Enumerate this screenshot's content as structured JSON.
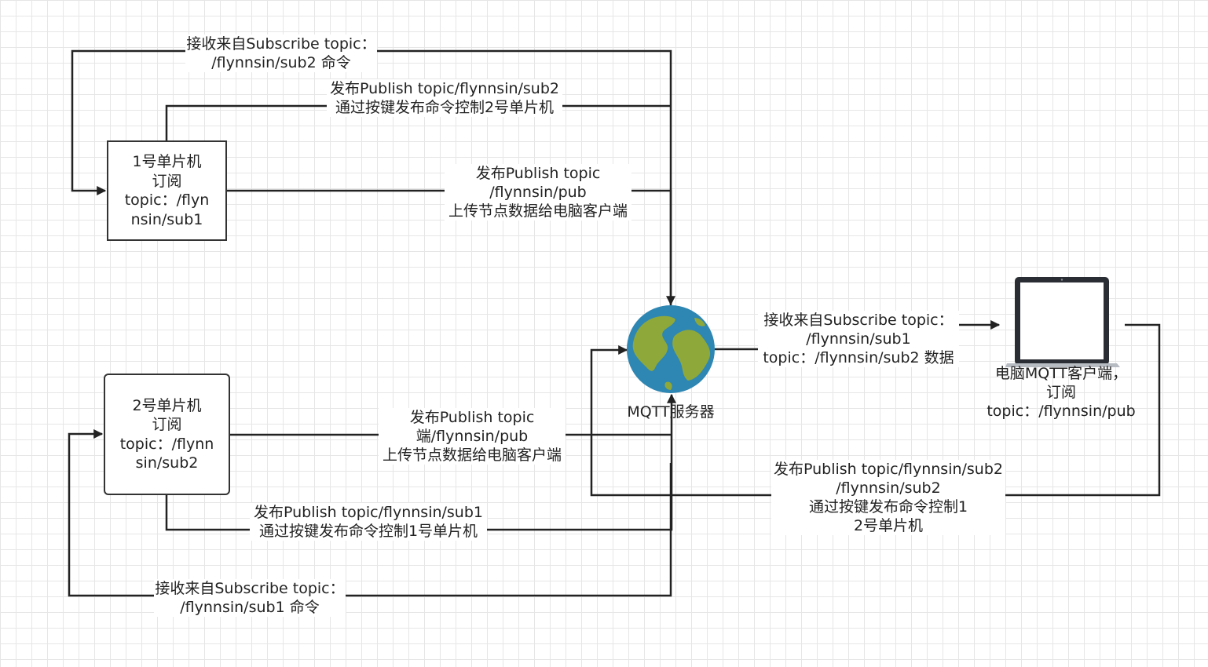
{
  "nodes": {
    "mcu1": {
      "lines": [
        "1号单片机",
        "订阅",
        "topic：/flyn",
        "nsin/sub1"
      ]
    },
    "mcu2": {
      "lines": [
        "2号单片机",
        "订阅",
        "topic：/flynn",
        "sin/sub2"
      ]
    },
    "server": {
      "label": "MQTT服务器",
      "icon": "globe-icon"
    },
    "pc": {
      "lines": [
        "电脑MQTT客户端，",
        "订阅",
        "topic：/flynnsin/pub"
      ],
      "icon": "laptop-icon"
    }
  },
  "edges": {
    "mcu1_receive": [
      "接收来自Subscribe topic：",
      "/flynnsin/sub2 命令"
    ],
    "mcu1_publish_sub2": [
      "发布Publish topic/flynnsin/sub2",
      "通过按键发布命令控制2号单片机"
    ],
    "mcu1_publish_pub": [
      "发布Publish topic",
      "/flynnsin/pub",
      "上传节点数据给电脑客户端"
    ],
    "server_to_pc": [
      "接收来自Subscribe topic：",
      "/flynnsin/sub1",
      "topic：/flynnsin/sub2 数据"
    ],
    "mcu2_publish_pub": [
      "发布Publish topic",
      "端/flynnsin/pub",
      "上传节点数据给电脑客户端"
    ],
    "pc_publish": [
      "发布Publish topic/flynnsin/sub2",
      "/flynnsin/sub2",
      "通过按键发布命令控制1",
      "2号单片机"
    ],
    "mcu2_publish_sub1": [
      "发布Publish topic/flynnsin/sub1",
      "通过按键发布命令控制1号单片机"
    ],
    "mcu2_receive": [
      "接收来自Subscribe topic：",
      "/flynnsin/sub1 命令"
    ]
  },
  "colors": {
    "line": "#222222",
    "globe_ocean": "#2e86b3",
    "globe_land": "#8ea83a",
    "laptop_frame": "#2a2d33"
  }
}
